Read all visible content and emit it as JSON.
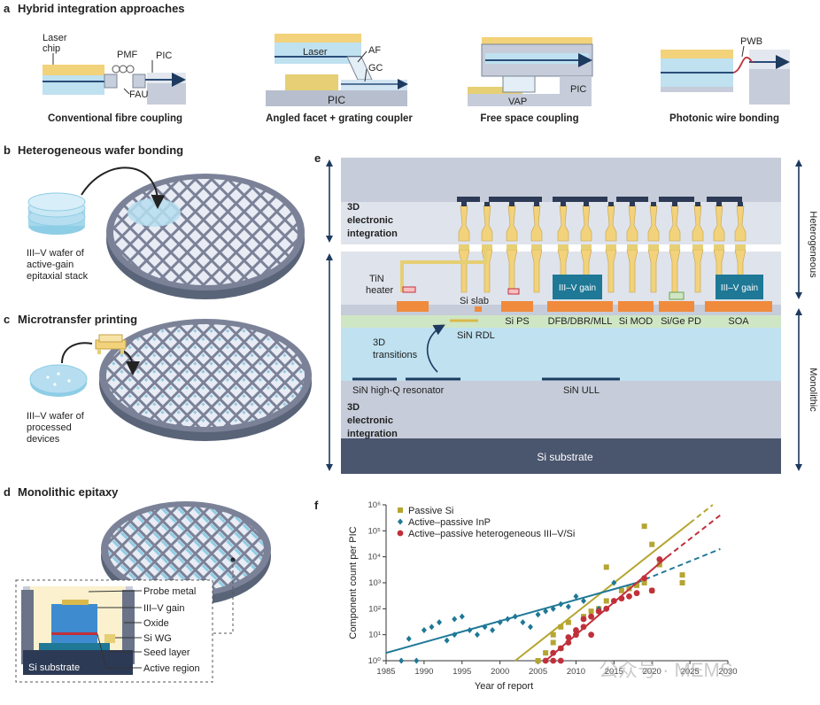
{
  "panel_a": {
    "letter": "a",
    "title": "Hybrid integration approaches",
    "labels": {
      "laser_chip_1": "Laser",
      "laser_chip_2": "chip",
      "pmf": "PMF",
      "pic": "PIC",
      "fau": "FAU",
      "laser": "Laser",
      "af": "AF",
      "gc": "GC",
      "pic2": "PIC",
      "vap": "VAP",
      "pic3": "PIC",
      "pwb": "PWB"
    },
    "captions": [
      "Conventional fibre coupling",
      "Angled facet + grating coupler",
      "Free space coupling",
      "Photonic wire bonding"
    ]
  },
  "panel_b": {
    "letter": "b",
    "title": "Heterogeneous wafer bonding",
    "wafer_label": [
      "III–V wafer of",
      "active-gain",
      "epitaxial stack"
    ]
  },
  "panel_c": {
    "letter": "c",
    "title": "Microtransfer printing",
    "wafer_label": [
      "III–V wafer of",
      "processed",
      "devices"
    ]
  },
  "panel_d": {
    "letter": "d",
    "title": "Monolithic epitaxy",
    "labels": [
      "Probe metal",
      "III–V gain",
      "Oxide",
      "Si WG",
      "Seed layer",
      "Active region"
    ],
    "substrate": "Si substrate"
  },
  "panel_e": {
    "letter": "e",
    "top_integration": [
      "3D",
      "electronic",
      "integration"
    ],
    "bottom_integration": [
      "3D",
      "electronic",
      "integration"
    ],
    "tin_heater": [
      "TiN",
      "heater"
    ],
    "si_slab": "Si slab",
    "sin_rdl": "SiN RDL",
    "transitions": [
      "3D",
      "transitions"
    ],
    "sin_resonator": "SiN high-Q resonator",
    "sin_ull": "SiN ULL",
    "gain_label": "III–V gain",
    "devices": [
      "Si PS",
      "DFB/DBR/MLL",
      "Si MOD",
      "Si/Ge PD",
      "SOA"
    ],
    "substrate": "Si substrate",
    "side_labels": [
      "Heterogeneous",
      "Monolithic"
    ]
  },
  "panel_f": {
    "letter": "f",
    "watermark": "公众号 · MEMS"
  },
  "chart_data": {
    "type": "scatter",
    "xlabel": "Year of report",
    "ylabel": "Component  count per PIC",
    "xlim": [
      1985,
      2030
    ],
    "ylim_log10": [
      0,
      6
    ],
    "yscale": "log",
    "x_ticks": [
      1985,
      1990,
      1995,
      2000,
      2005,
      2010,
      2015,
      2020,
      2025,
      2030
    ],
    "y_ticks": [
      "10⁰",
      "10¹",
      "10²",
      "10³",
      "10⁴",
      "10⁵",
      "10⁶"
    ],
    "legend_position": "top-left",
    "series": [
      {
        "name": "Passive Si",
        "color": "#b5a531",
        "marker": "square",
        "points": [
          [
            2005,
            1
          ],
          [
            2006,
            2
          ],
          [
            2007,
            5
          ],
          [
            2007,
            10
          ],
          [
            2008,
            20
          ],
          [
            2009,
            30
          ],
          [
            2011,
            50
          ],
          [
            2012,
            80
          ],
          [
            2013,
            100
          ],
          [
            2014,
            200
          ],
          [
            2014,
            4000
          ],
          [
            2016,
            500
          ],
          [
            2017,
            600
          ],
          [
            2018,
            800
          ],
          [
            2019,
            1000
          ],
          [
            2019,
            150000
          ],
          [
            2020,
            30000
          ],
          [
            2020,
            500
          ],
          [
            2021,
            5000
          ],
          [
            2024,
            1000
          ],
          [
            2024,
            2000
          ],
          [
            2008,
            3
          ]
        ],
        "trend": {
          "from": [
            2002,
            1
          ],
          "to": [
            2025,
            200000
          ],
          "projected_to": [
            2028,
            1000000
          ]
        }
      },
      {
        "name": "Active–passive InP",
        "color": "#1e7896",
        "marker": "diamond",
        "points": [
          [
            1987,
            1
          ],
          [
            1988,
            7
          ],
          [
            1989,
            1
          ],
          [
            1990,
            15
          ],
          [
            1991,
            20
          ],
          [
            1992,
            30
          ],
          [
            1993,
            6
          ],
          [
            1994,
            10
          ],
          [
            1994,
            40
          ],
          [
            1995,
            50
          ],
          [
            1996,
            15
          ],
          [
            1997,
            10
          ],
          [
            1998,
            20
          ],
          [
            1999,
            15
          ],
          [
            2000,
            30
          ],
          [
            2001,
            40
          ],
          [
            2002,
            50
          ],
          [
            2003,
            30
          ],
          [
            2004,
            20
          ],
          [
            2005,
            60
          ],
          [
            2006,
            80
          ],
          [
            2007,
            100
          ],
          [
            2008,
            150
          ],
          [
            2009,
            120
          ],
          [
            2010,
            300
          ],
          [
            2011,
            200
          ],
          [
            2013,
            100
          ],
          [
            2015,
            1000
          ]
        ],
        "trend": {
          "from": [
            1985,
            2
          ],
          "to": [
            2018,
            1000
          ],
          "projected_to": [
            2029,
            20000
          ]
        }
      },
      {
        "name": "Active–passive heterogeneous III–V/Si",
        "color": "#c0303b",
        "marker": "circle",
        "points": [
          [
            2006,
            1
          ],
          [
            2007,
            1
          ],
          [
            2007,
            2
          ],
          [
            2008,
            3
          ],
          [
            2008,
            1
          ],
          [
            2009,
            5
          ],
          [
            2009,
            8
          ],
          [
            2010,
            10
          ],
          [
            2010,
            15
          ],
          [
            2011,
            20
          ],
          [
            2011,
            40
          ],
          [
            2012,
            50
          ],
          [
            2012,
            10
          ],
          [
            2013,
            80
          ],
          [
            2014,
            100
          ],
          [
            2015,
            200
          ],
          [
            2016,
            250
          ],
          [
            2017,
            300
          ],
          [
            2018,
            400
          ],
          [
            2020,
            500
          ],
          [
            2021,
            8000
          ],
          [
            2019,
            1500
          ]
        ],
        "trend": {
          "from": [
            2006,
            1
          ],
          "to": [
            2022,
            10000
          ],
          "projected_to": [
            2029,
            400000
          ]
        }
      }
    ]
  }
}
